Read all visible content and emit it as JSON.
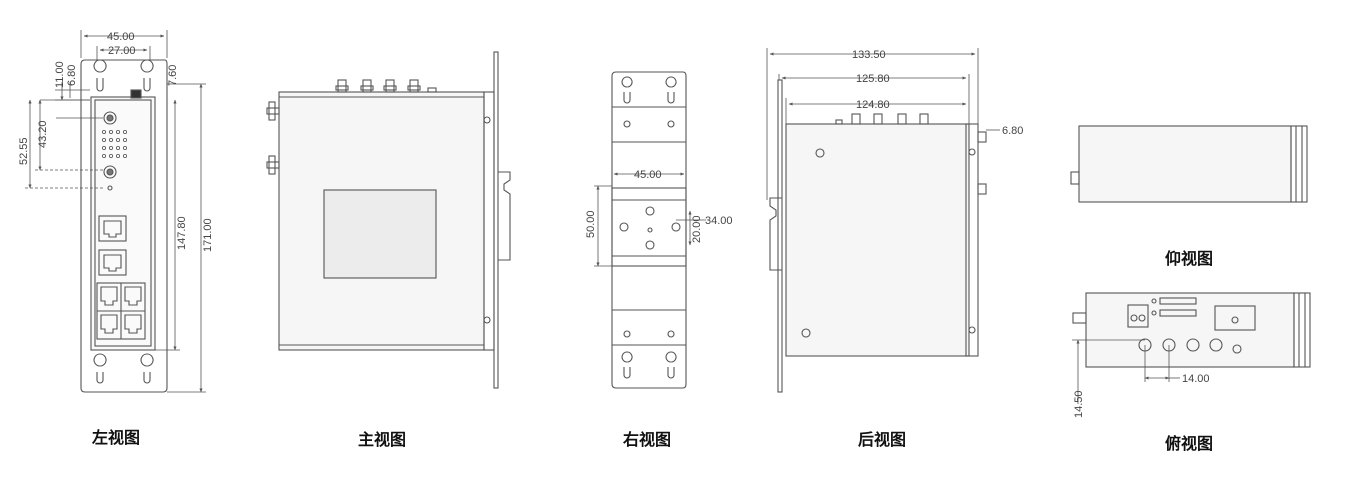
{
  "views": {
    "left": {
      "caption": "左视图",
      "dims": {
        "width_total": "45.00",
        "width_holes": "27.00",
        "off_left": "6.80",
        "off_right": "7.60",
        "off_top": "11.00",
        "ant_y1": "52.55",
        "ant_y2": "43.20",
        "height_body": "147.80",
        "height_total": "171.00"
      }
    },
    "front": {
      "caption": "主视图"
    },
    "right": {
      "caption": "右视图",
      "dims": {
        "clip_width": "45.00",
        "clip_height": "50.00",
        "hole_y": "20.00",
        "hole_x": "34.00"
      }
    },
    "back": {
      "caption": "后视图",
      "dims": {
        "w1": "133.50",
        "w2": "125.80",
        "w3": "124.80",
        "clip_offset": "6.80"
      }
    },
    "bottom": {
      "caption": "仰视图"
    },
    "top": {
      "caption": "俯视图",
      "dims": {
        "pitch": "14.00",
        "height": "14.50"
      }
    }
  },
  "colors": {
    "line": "#555555",
    "panel": "#f4f4f4",
    "window": "#ececec",
    "dark": "#333333"
  }
}
